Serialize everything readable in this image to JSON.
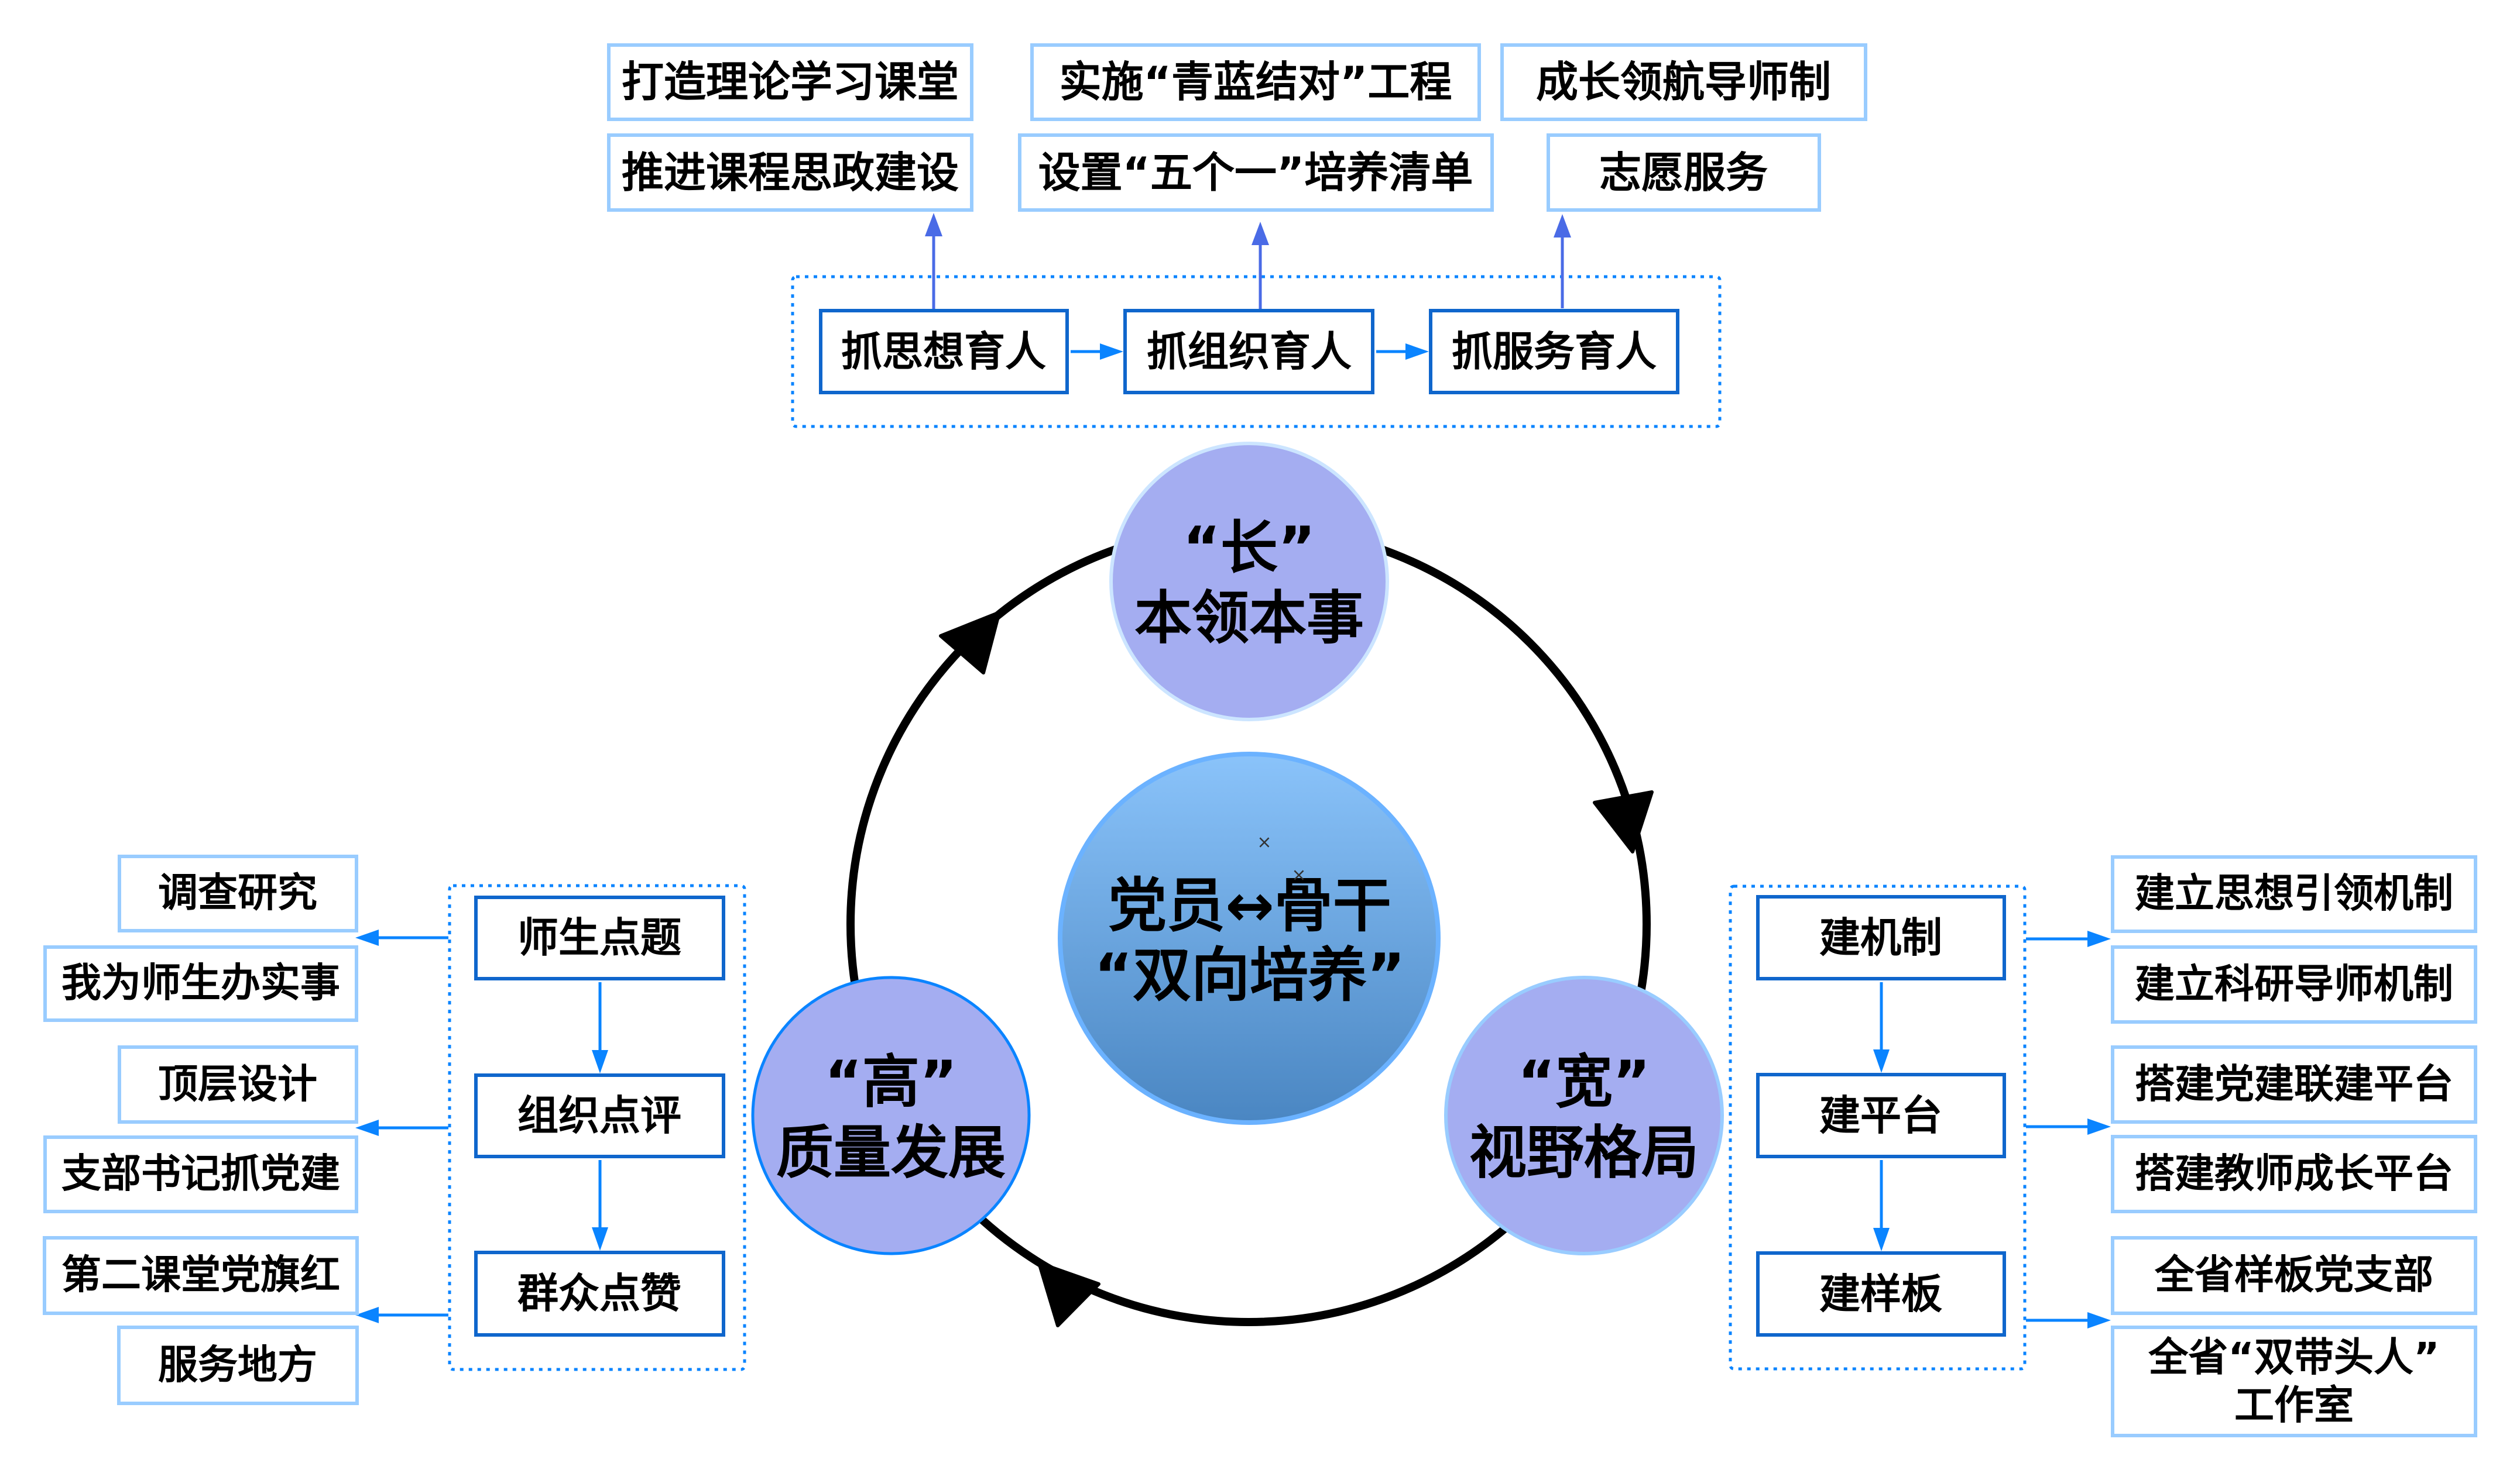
{
  "top_section": {
    "outcomes_upper": [
      "打造理论学习课堂",
      "实施“青蓝结对”工程",
      "成长领航导师制"
    ],
    "outcomes_lower": [
      "推进课程思政建设",
      "设置“五个一”培养清单",
      "志愿服务"
    ],
    "steps": [
      "抓思想育人",
      "抓组织育人",
      "抓服务育人"
    ]
  },
  "cycle": {
    "direction": "clockwise",
    "center": [
      "党员↔骨干",
      "“双向培养”"
    ],
    "nodes": {
      "top": [
        "“长”",
        "本领本事"
      ],
      "right": [
        "“宽”",
        "视野格局"
      ],
      "left": [
        "“高”",
        "质量发展"
      ]
    },
    "markers": [
      "×",
      "×"
    ]
  },
  "left_section": {
    "steps": [
      "师生点题",
      "组织点评",
      "群众点赞"
    ],
    "outcomes": [
      [
        "调查研究",
        "我为师生办实事"
      ],
      [
        "顶层设计",
        "支部书记抓党建"
      ],
      [
        "第二课堂党旗红",
        "服务地方"
      ]
    ]
  },
  "right_section": {
    "steps": [
      "建机制",
      "建平台",
      "建样板"
    ],
    "outcomes": [
      [
        "建立思想引领机制",
        "建立科研导师机制"
      ],
      [
        "搭建党建联建平台",
        "搭建教师成长平台"
      ],
      [
        "全省样板党支部",
        [
          "全省“双带头人”",
          "工作室"
        ]
      ]
    ]
  },
  "colors": {
    "outer_box_border": "#99CCFF",
    "inner_box_border": "#0F66CC",
    "group_border": "#0A84FF",
    "flow_arrow": "#0A84FF",
    "up_arrow": "#4A6BE6",
    "ring": "#000000",
    "node_fill": "#A4ADF1",
    "node_border_top": "#CCE5FF",
    "node_border_left": "#0A84FF",
    "node_border_right": "#99CCFF",
    "center_gradient_top": "#8AC3FA",
    "center_gradient_bottom": "#4A86C2",
    "center_border": "#6BB2FF"
  }
}
